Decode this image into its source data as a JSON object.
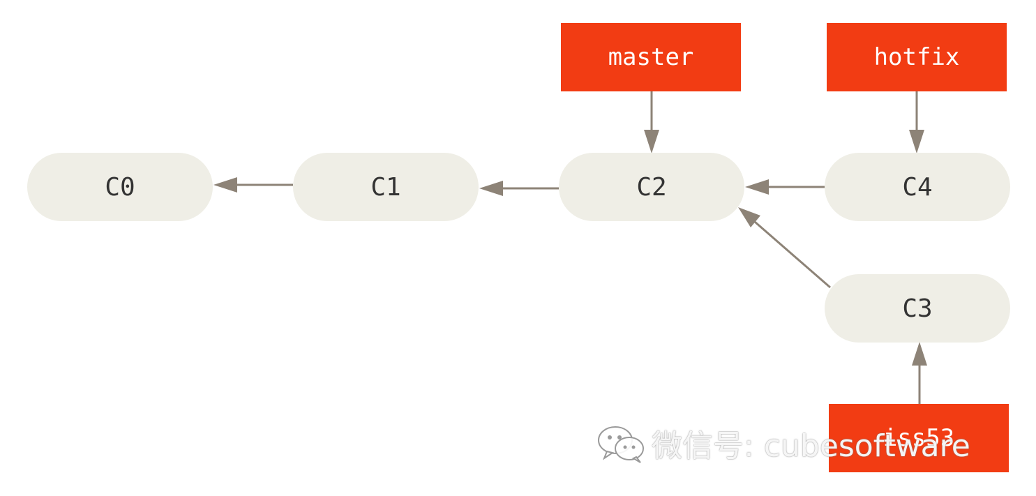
{
  "commits": {
    "c0": "C0",
    "c1": "C1",
    "c2": "C2",
    "c3": "C3",
    "c4": "C4"
  },
  "branches": {
    "master": "master",
    "hotfix": "hotfix",
    "iss53": "iss53"
  },
  "watermark": {
    "icon": "wechat-icon",
    "text": "微信号: cubesoftware"
  },
  "colors": {
    "commit_fill": "#efeee6",
    "branch_fill": "#f23c13",
    "arrow": "#8d8377",
    "text_dark": "#333333",
    "text_light": "#ffffff"
  }
}
